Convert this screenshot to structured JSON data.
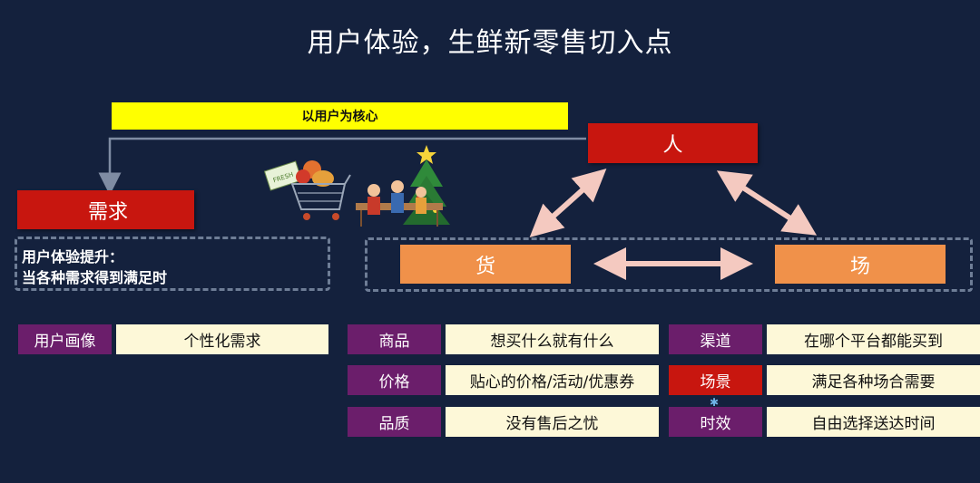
{
  "title": "用户体验，生鲜新零售切入点",
  "core_banner": "以用户为核心",
  "nodes": {
    "person": "人",
    "demand": "需求",
    "goods": "货",
    "place": "场"
  },
  "demand_desc": {
    "line1": "用户体验提升：",
    "line2": "当各种需求得到满足时"
  },
  "rows": {
    "user": [
      {
        "label": "用户画像",
        "value": "个性化需求"
      }
    ],
    "goods": [
      {
        "label": "商品",
        "value": "想买什么就有什么"
      },
      {
        "label": "价格",
        "value": "贴心的价格/活动/优惠券"
      },
      {
        "label": "品质",
        "value": "没有售后之忧"
      }
    ],
    "place": [
      {
        "label": "渠道",
        "value": "在哪个平台都能买到"
      },
      {
        "label": "场景",
        "value": "满足各种场合需要"
      },
      {
        "label": "时效",
        "value": "自由选择送达时间"
      }
    ]
  },
  "colors": {
    "background": "#14213d",
    "banner": "#ffff00",
    "node_red": "#c8160f",
    "node_orange": "#f0914a",
    "label_purple": "#6b1e6b",
    "value_cream": "#fdf8d8",
    "arrow": "#f4c9c0"
  },
  "icons": [
    "shopping-cart-illustration",
    "family-christmas-illustration"
  ]
}
